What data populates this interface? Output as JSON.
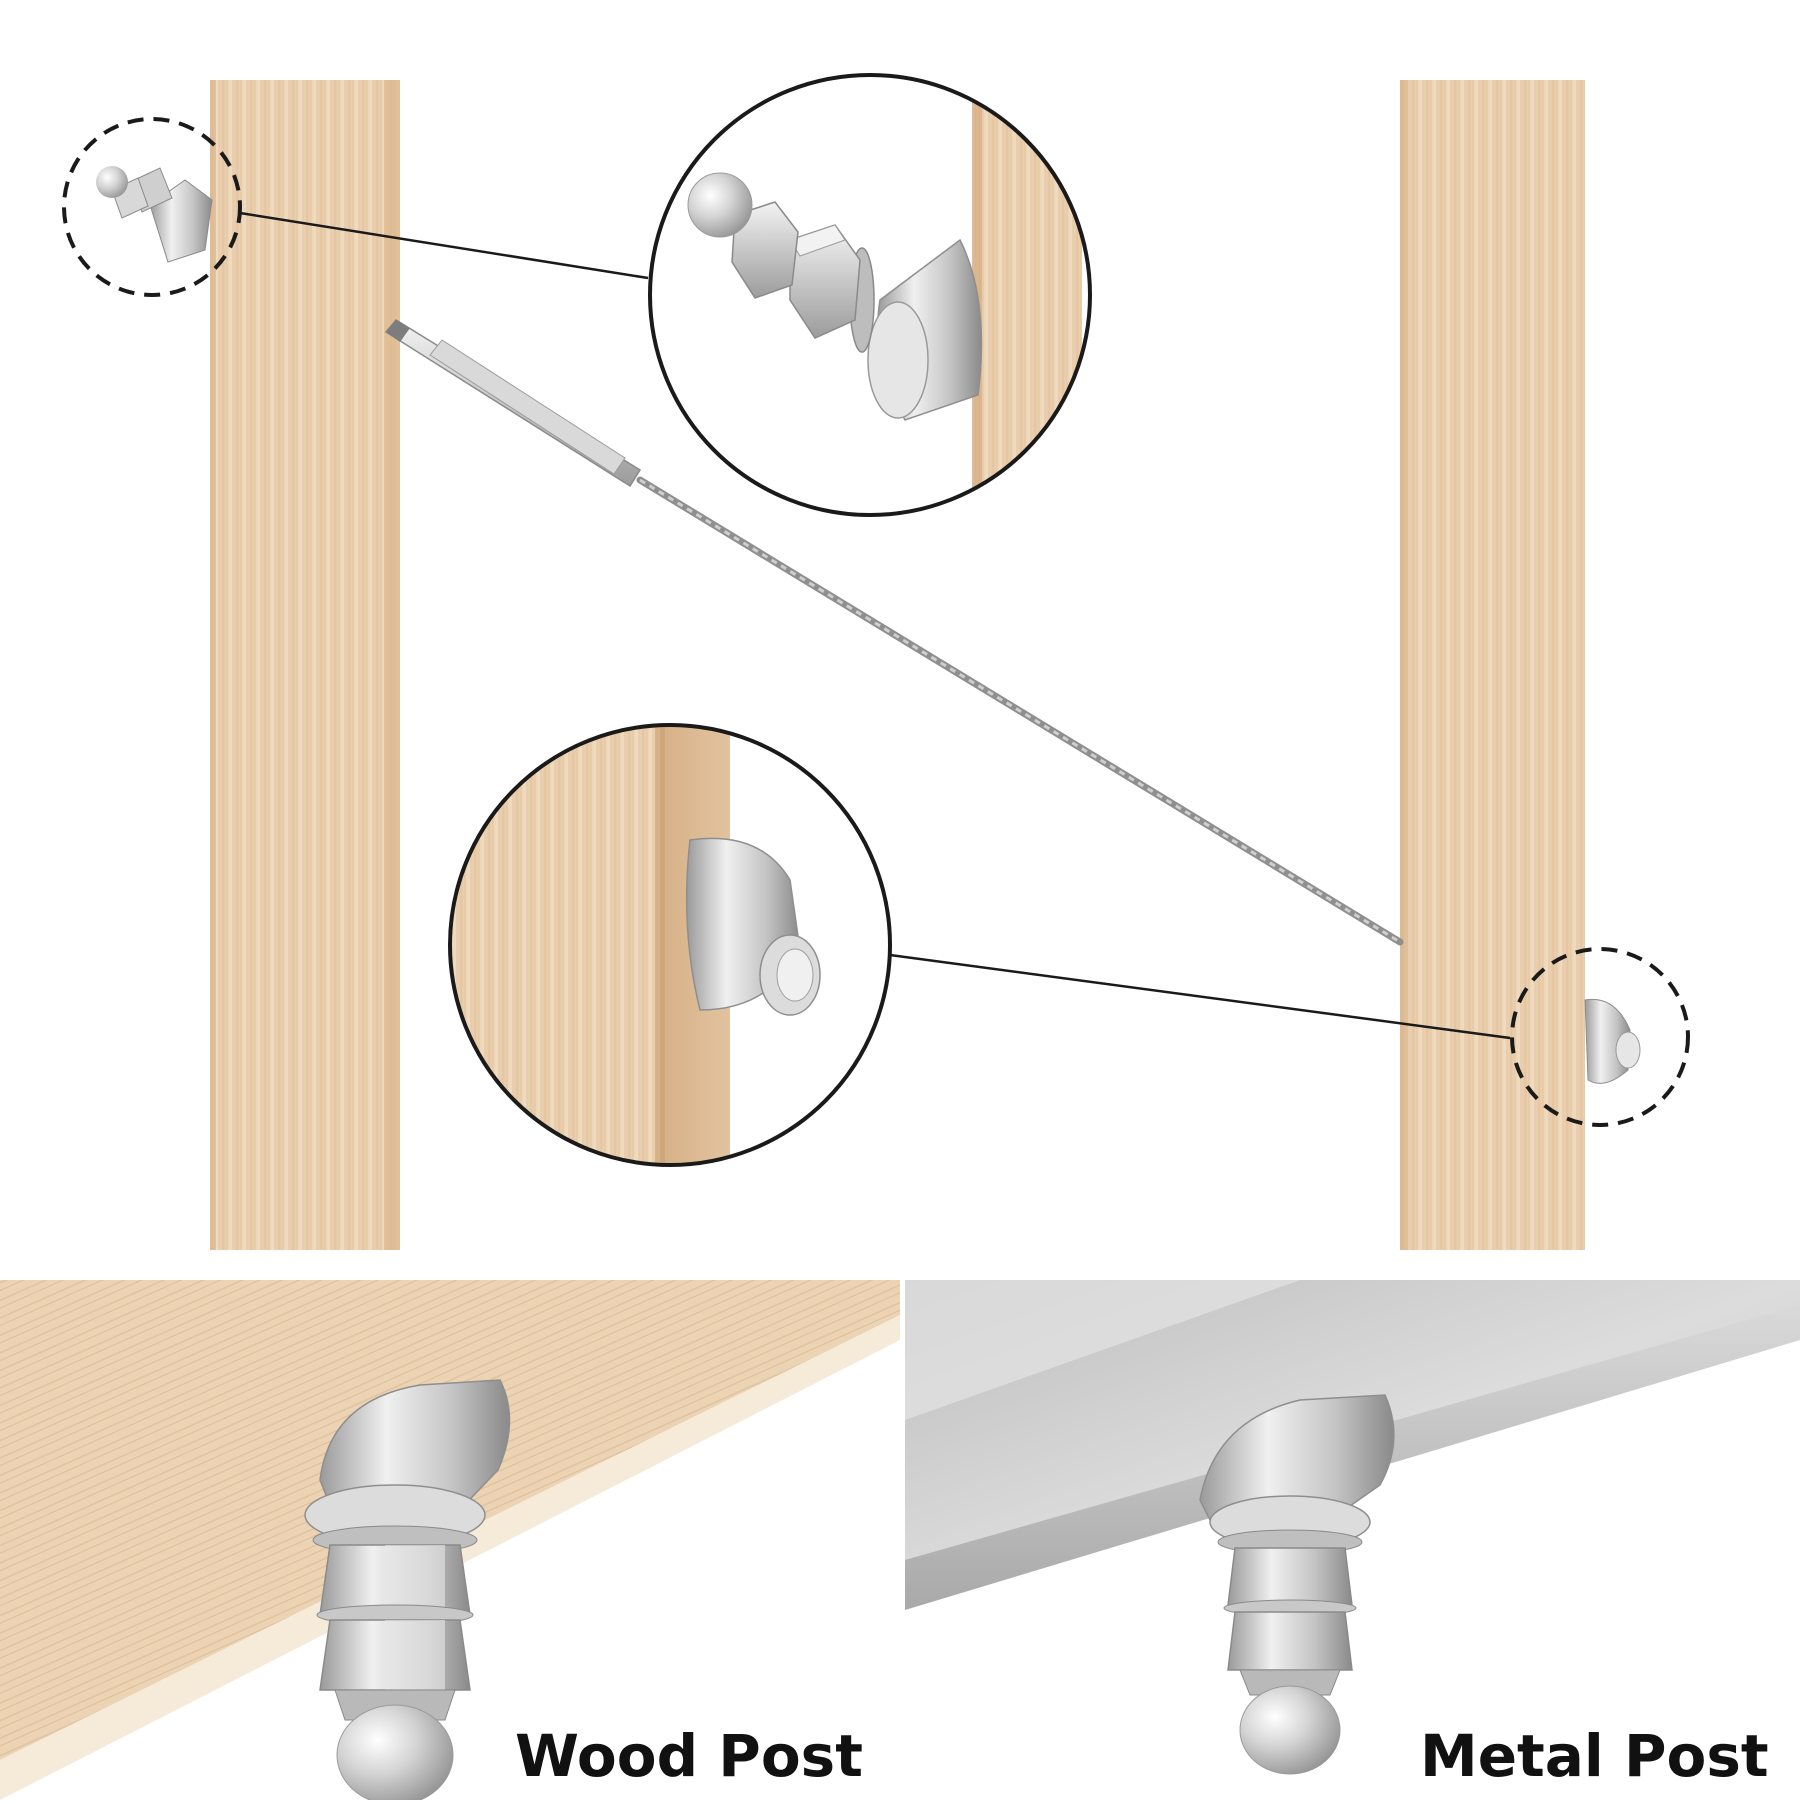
{
  "labels": {
    "wood_post": "Wood Post",
    "metal_post": "Metal Post"
  },
  "colors": {
    "background": "#ffffff",
    "wood_light": "#efd9bd",
    "wood_mid": "#e3c29c",
    "wood_dark": "#d2a97c",
    "steel_light": "#f2f2f2",
    "steel_mid": "#c9c9c9",
    "steel_dark": "#8e8e8e",
    "metal_panel": "#cfcfcf",
    "caption_text": "#111111"
  },
  "scene": {
    "posts": [
      "wood-post-left",
      "wood-post-right"
    ],
    "cable": "steel-cable",
    "callouts": [
      "nut-assembly-detail",
      "washer-fitting-detail"
    ],
    "panels": [
      "wood-post-panel",
      "metal-post-panel"
    ]
  }
}
